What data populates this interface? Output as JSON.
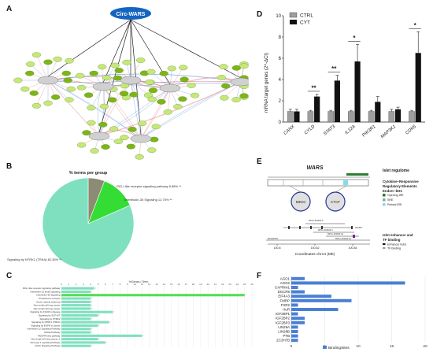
{
  "panel_letters": {
    "a": "A",
    "b": "B",
    "c": "C",
    "d": "D",
    "e": "E",
    "f": "F"
  },
  "panel_a": {
    "root_label": "Circ-WARS",
    "colors": {
      "root": "#1565c0",
      "mirna": "#d0d0d0",
      "gene_light": "#c6e87a",
      "gene_dark": "#7cb518",
      "edge_black": "#222222",
      "edge_red": "#e57373",
      "edge_blue": "#5b8fd6"
    }
  },
  "panel_b": {
    "title": "% terms per group",
    "slices": [
      {
        "label": "RIG-I-like receptor signaling pathway 5.88% **",
        "value": 5.88,
        "color": "#8c8c74"
      },
      {
        "label": "Interleukin-35 Signaling 12.75% **",
        "value": 12.75,
        "color": "#33dd33"
      },
      {
        "label": "Signaling by NTRK1 (TRKA) 82.35% **",
        "value": 82.35,
        "color": "#7fe0c0"
      }
    ]
  },
  "panel_c": {
    "axis_title": "%Genes / Term",
    "colors": {
      "top": "#55dd55",
      "rest": "#7fe0c0"
    },
    "ticks": [
      "0",
      "1",
      "2",
      "3",
      "4",
      "5",
      "6",
      "7",
      "8",
      "9",
      "10",
      "11",
      "12",
      "13",
      "14",
      "15",
      "16",
      "17",
      "18",
      "19",
      "20",
      "21",
      "22",
      "23",
      "24",
      "25",
      "26"
    ],
    "rows": [
      {
        "label": "RIG-I-like receptor signaling pathway",
        "value": 4.5
      },
      {
        "label": "Interleukin-12 family signaling",
        "value": 4.0
      },
      {
        "label": "Interleukin-35 Signaling",
        "value": 25.0
      },
      {
        "label": "Proteasome complex",
        "value": 4.0
      },
      {
        "label": "Acute myeloid leukemia",
        "value": 4.0
      },
      {
        "label": "Non-small cell lung cancer",
        "value": 4.0
      },
      {
        "label": "Non-small cell lung cancer",
        "value": 4.0
      },
      {
        "label": "Signaling by FGFR in disease",
        "value": 7.0
      },
      {
        "label": "Signaling by SCF-KIT",
        "value": 5.0
      },
      {
        "label": "Signaling by NTRK2",
        "value": 4.0
      },
      {
        "label": "Signaling by NTRK1 (TRKA)",
        "value": 6.5
      },
      {
        "label": "Signaling by EGFR in cancer",
        "value": 5.0
      },
      {
        "label": "Interleukin-12 Signaling Pathway",
        "value": 4.0
      },
      {
        "label": "RAGE Pathway",
        "value": 4.0
      },
      {
        "label": "PDGFR-beta pathway",
        "value": 11.0
      },
      {
        "label": "Non-small cell lung cancer_1",
        "value": 5.0
      },
      {
        "label": "Islet type 1 signaling Pathway",
        "value": 6.0
      },
      {
        "label": "Notch Signaling Pathway",
        "value": 4.0
      }
    ]
  },
  "chart_data": [
    {
      "type": "bar",
      "title": "",
      "ylabel": "mRNA target genes (2^-ΔCt)",
      "xlabel": "",
      "ylim": [
        0,
        10
      ],
      "yticks": [
        "0",
        "2",
        "4",
        "6",
        "8",
        "10"
      ],
      "categories": [
        "CANX",
        "CYLD",
        "STAT3",
        "IL12A",
        "PIK3R1",
        "MAP3K1",
        "CDK6"
      ],
      "series": [
        {
          "name": "CTRL",
          "color": "#9e9e9e",
          "values": [
            1.0,
            1.0,
            1.0,
            1.0,
            1.0,
            1.0,
            1.0
          ]
        },
        {
          "name": "CYT",
          "color": "#111111",
          "values": [
            1.0,
            2.4,
            3.9,
            5.7,
            1.9,
            1.2,
            6.5
          ]
        }
      ],
      "errors": {
        "CTRL": [
          0.2,
          0.1,
          0.1,
          0.1,
          0.1,
          0.2,
          0.1
        ],
        "CYT": [
          0.2,
          0.2,
          0.5,
          1.6,
          0.5,
          0.2,
          2.0
        ]
      },
      "significance": [
        "",
        "**",
        "**",
        "*",
        "",
        "",
        "*"
      ],
      "legend": "top-left"
    },
    {
      "type": "bar",
      "orientation": "horizontal",
      "title": "",
      "xlim": [
        0,
        20
      ],
      "xticks": [
        "0",
        "5",
        "10",
        "15",
        "20"
      ],
      "categories": [
        "AGO1",
        "AGO2",
        "CAPRIN1",
        "DGCR8",
        "EIF4A3",
        "FMRP",
        "FXR2",
        "HuR",
        "IGF2BP1",
        "IGF2BP2",
        "IGF2BP3",
        "LIN28A",
        "LIN28B",
        "PTB",
        "ZC3H7B"
      ],
      "series": [
        {
          "name": "BindingSites",
          "color": "#4a7fd4",
          "values": [
            2,
            17,
            1,
            2,
            6,
            9,
            1,
            7,
            1,
            2,
            2,
            1,
            1,
            1,
            1
          ]
        }
      ],
      "legend": "bottom"
    }
  ],
  "panel_e": {
    "title": "WARS",
    "legend_top_title": "Islet regulome",
    "legend_group_title": "Cytokine–Responsive Regulatory Elements EndoC–bH1",
    "legend_items": [
      {
        "label": "Opening IRE",
        "color": "#2e7d32"
      },
      {
        "label": "SRE",
        "color": "#9e9e9e"
      },
      {
        "label": "Primed IRE",
        "color": "#80deea"
      }
    ],
    "circles": [
      "MED1",
      "CTCF"
    ],
    "coord_title": "Coordinates chr14 (Mb)",
    "coord_ticks": [
      "100.8",
      "100.82",
      "100.84"
    ],
    "transcripts": [
      "RP11-404M2.6",
      "RP11-404M2.4",
      "WARS",
      "RP11-404M2.13",
      "RP11-404M2.10",
      "BC029787"
    ],
    "bottom_title": "Islet enhancer and TF binding",
    "bottom_items": [
      {
        "label": "Enhancer hubs",
        "color": "#111111"
      },
      {
        "label": "TF binding",
        "color": "#9e9e9e"
      }
    ]
  }
}
